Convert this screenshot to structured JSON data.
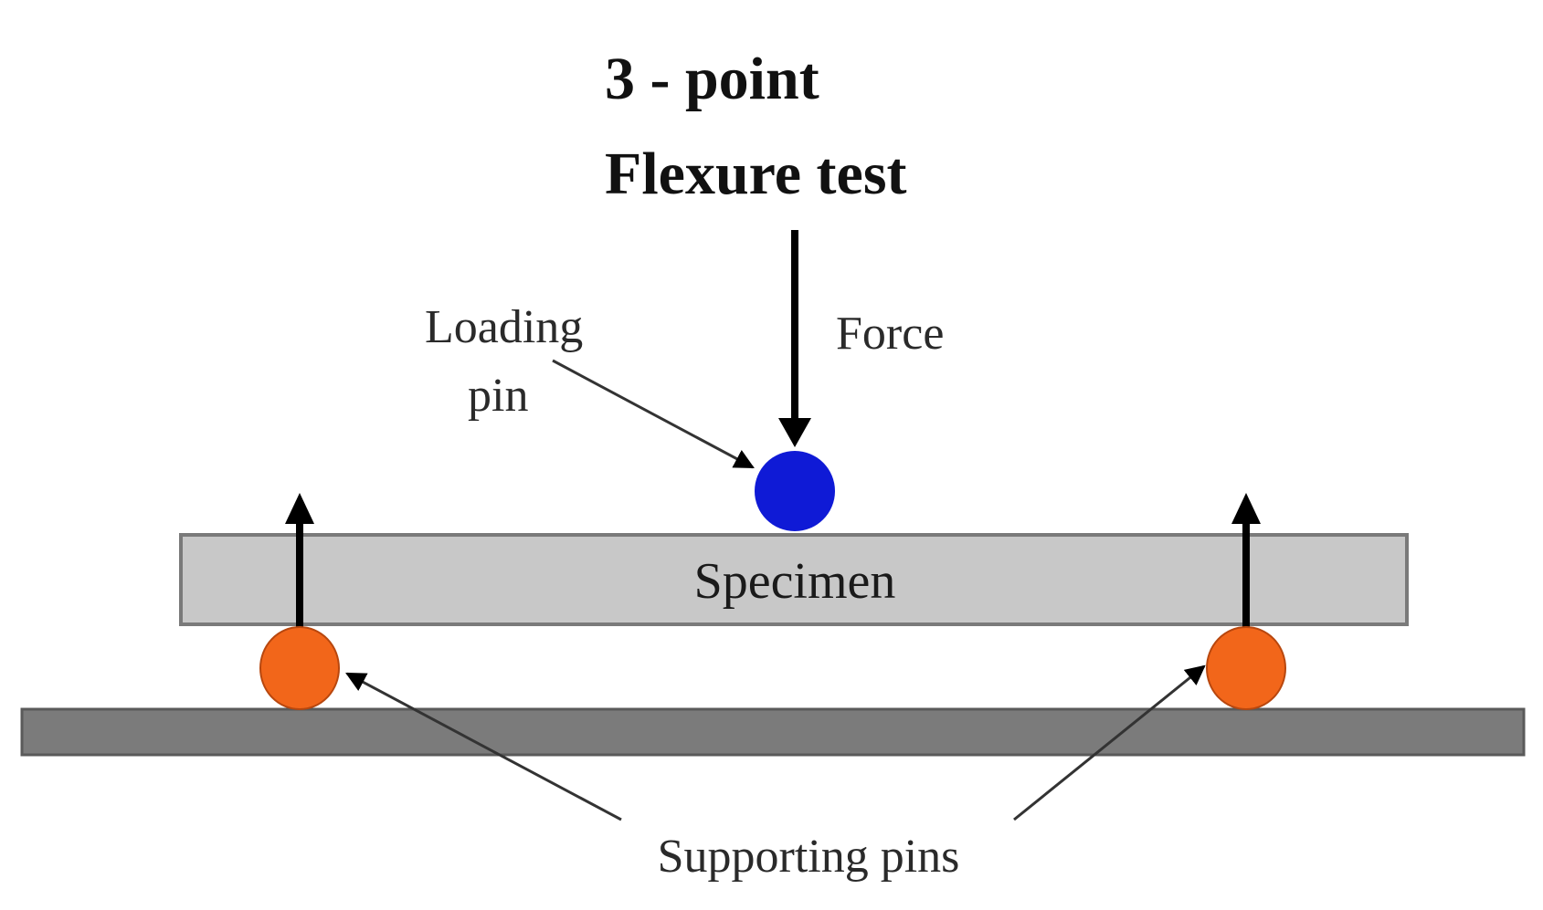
{
  "diagram": {
    "title_line1": "3 - point",
    "title_line2": "Flexure test",
    "force_label": "Force",
    "loading_pin_label_line1": "Loading",
    "loading_pin_label_line2": "pin",
    "specimen_label": "Specimen",
    "supporting_pins_label": "Supporting pins"
  },
  "colors": {
    "loading_pin": "#0f1ad6",
    "supporting_pin": "#f2661a",
    "specimen_fill": "#c8c8c8",
    "specimen_stroke": "#7a7a7a",
    "base_fill": "#7b7b7b",
    "base_stroke": "#5a5a5a",
    "arrow": "#000000",
    "leader_line": "#333333"
  },
  "icons": {
    "loading_pin": "blue-circle",
    "supporting_pins": "orange-circle",
    "force_arrow": "arrow-down",
    "reaction_arrows": "arrow-up"
  }
}
